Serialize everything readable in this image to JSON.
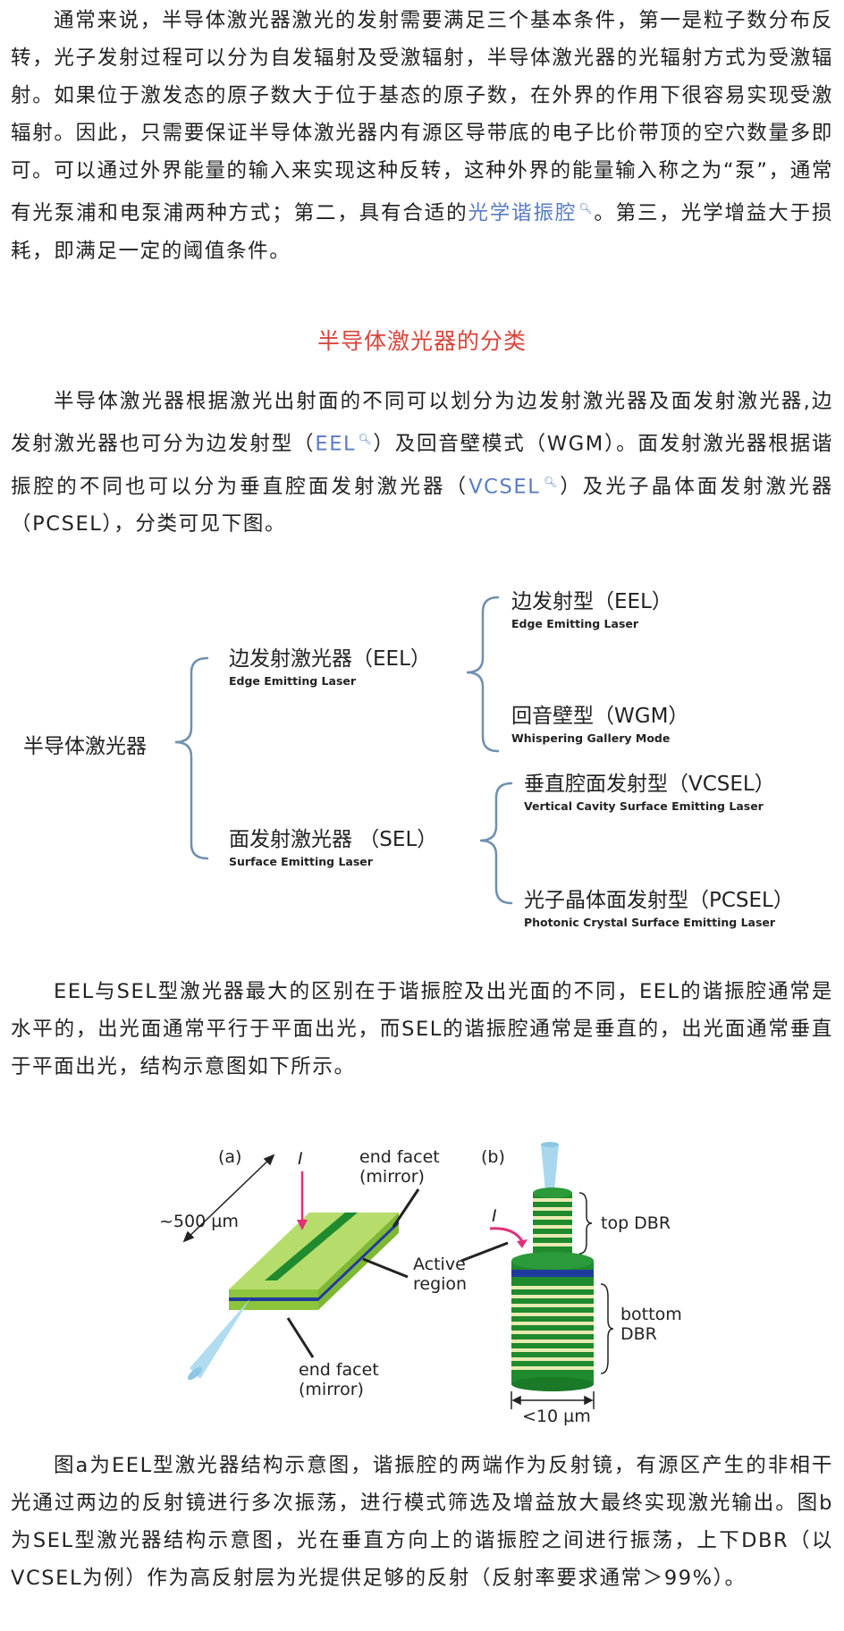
{
  "paragraph1": {
    "text_a": "通常来说，半导体激光器激光的发射需要满足三个基本条件，第一是粒子数分布反转，光子发射过程可以分为自发辐射及受激辐射，半导体激光器的光辐射方式为受激辐射。如果位于激发态的原子数大于位于基态的原子数，在外界的作用下很容易实现受激辐射。因此，只需要保证半导体激光器内有源区导带底的电子比价带顶的空穴数量多即可。可以通过外界能量的输入来实现这种反转，这种外界的能量输入称之为“泵”，通常有光泵浦和电泵浦两种方式；第二，具有合适的",
    "link": "光学谐振腔",
    "text_b": "。第三，光学增益大于损耗，即满足一定的阈值条件。"
  },
  "section_title": "半导体激光器的分类",
  "paragraph2": {
    "text_a": "半导体激光器根据激光出射面的不同可以划分为边发射激光器及面发射激光器,边发射激光器也可分为边发射型（",
    "link1": "EEL",
    "text_b": "）及回音壁模式（WGM）。面发射激光器根据谐振腔的不同也可以分为垂直腔面发射激光器（",
    "link2": "VCSEL",
    "text_c": "）及光子晶体面发射激光器（PCSEL），分类可见下图。"
  },
  "tree": {
    "root": "半导体激光器",
    "eel_cn": "边发射激光器（EEL）",
    "eel_en": "Edge Emitting Laser",
    "sel_cn": "面发射激光器 （SEL）",
    "sel_en": "Surface Emitting Laser",
    "eel_type_cn": "边发射型（EEL）",
    "eel_type_en": "Edge Emitting Laser",
    "wgm_cn": "回音壁型（WGM）",
    "wgm_en": "Whispering Gallery Mode",
    "vcsel_cn": "垂直腔面发射型（VCSEL）",
    "vcsel_en": "Vertical Cavity Surface Emitting Laser",
    "pcsel_cn": "光子晶体面发射型（PCSEL）",
    "pcsel_en": "Photonic Crystal Surface Emitting Laser"
  },
  "paragraph3": "EEL与SEL型激光器最大的区别在于谐振腔及出光面的不同，EEL的谐振腔通常是水平的，出光面通常平行于平面出光，而SEL的谐振腔通常是垂直的，出光面通常垂直于平面出光，结构示意图如下所示。",
  "figure": {
    "label_a": "(a)",
    "label_b": "(b)",
    "current_a": "I",
    "current_b": "I",
    "length": "~500 µm",
    "end_facet_top_1": "end facet",
    "end_facet_top_2": "(mirror)",
    "active_1": "Active",
    "active_2": "region",
    "end_facet_bottom_1": "end facet",
    "end_facet_bottom_2": "(mirror)",
    "top_dbr": "top DBR",
    "bottom_dbr_1": "bottom",
    "bottom_dbr_2": "DBR",
    "width": "<10 µm"
  },
  "paragraph4": "图a为EEL型激光器结构示意图，谐振腔的两端作为反射镜，有源区产生的非相干光通过两边的反射镜进行多次振荡，进行模式筛选及增益放大最终实现激光输出。图b为SEL型激光器结构示意图，光在垂直方向上的谐振腔之间进行振荡，上下DBR（以VCSEL为例）作为高反射层为光提供足够的反射（反射率要求通常＞99%）。",
  "colors": {
    "section_title": "#d9443a",
    "link": "#5a7bc2",
    "bracket": "#6e8fb0",
    "eel_green": "#8cc43c",
    "dark_green": "#1f8a2e",
    "active_blue": "#1f3a9e",
    "beam_blue": "#a9d8ee",
    "current_pink": "#e0307a"
  }
}
